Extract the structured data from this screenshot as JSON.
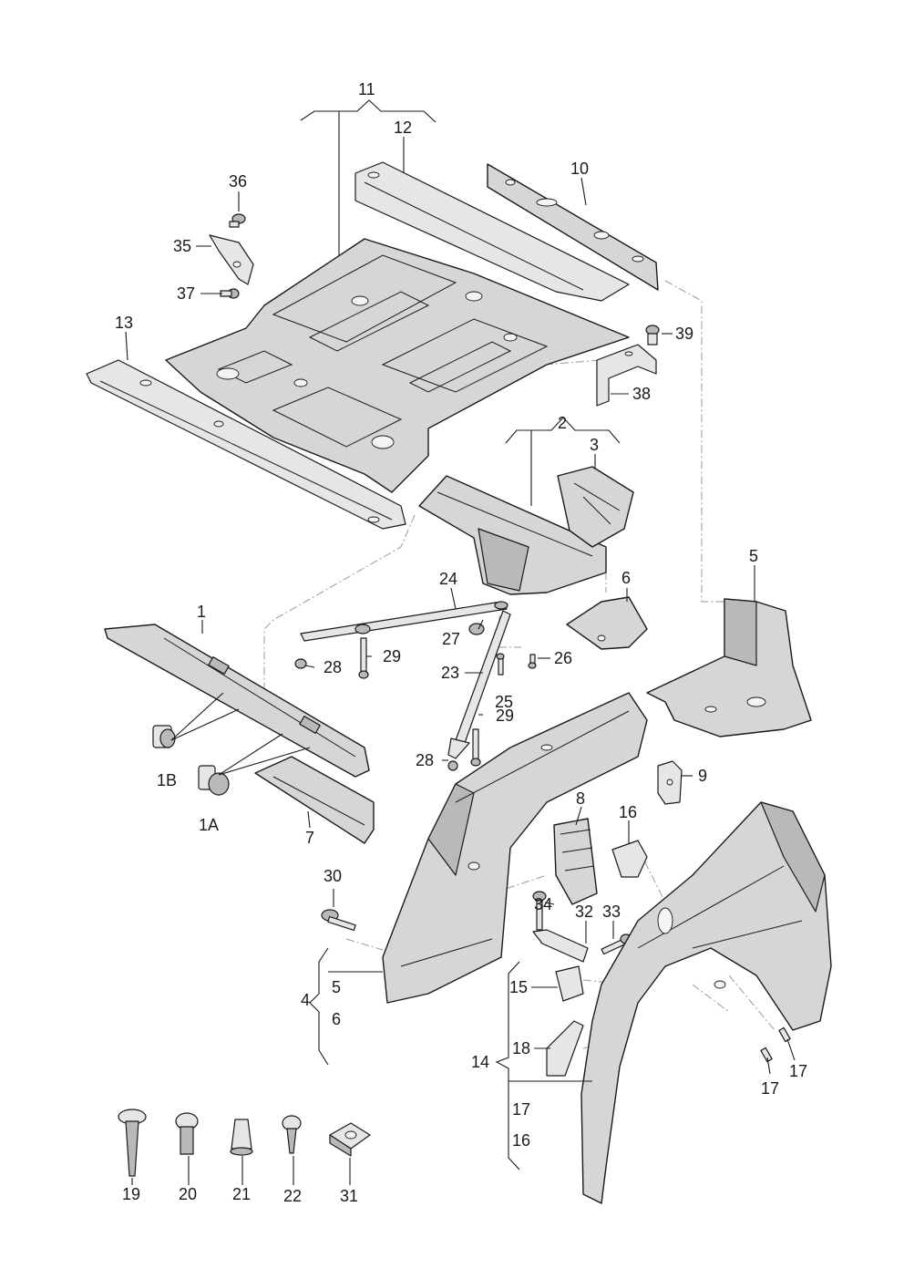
{
  "labels": {
    "l1": "1",
    "l1A": "1A",
    "l1B": "1B",
    "l2": "2",
    "l3": "3",
    "l4": "4",
    "l5a": "5",
    "l5b": "5",
    "l6a": "6",
    "l6b": "6",
    "l7": "7",
    "l8": "8",
    "l9": "9",
    "l10": "10",
    "l11": "11",
    "l12": "12",
    "l13": "13",
    "l14": "14",
    "l15": "15",
    "l16a": "16",
    "l16b": "16",
    "l17a": "17",
    "l17b": "17",
    "l17c": "17",
    "l18": "18",
    "l19": "19",
    "l20": "20",
    "l21": "21",
    "l22": "22",
    "l23": "23",
    "l24": "24",
    "l25": "25",
    "l26": "26",
    "l27": "27",
    "l28a": "28",
    "l28b": "28",
    "l29a": "29",
    "l29b": "29",
    "l30": "30",
    "l31": "31",
    "l32": "32",
    "l33": "33",
    "l34": "34",
    "l35": "35",
    "l36": "36",
    "l37": "37",
    "l38": "38",
    "l39": "39"
  }
}
